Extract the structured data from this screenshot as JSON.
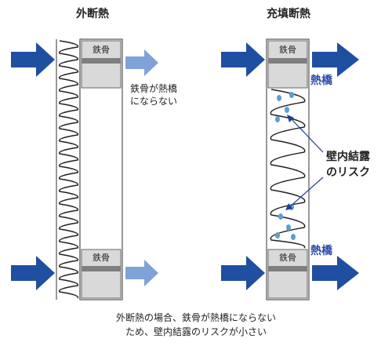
{
  "left_panel": {
    "title": "外断熱",
    "steel_label_top": "鉄骨",
    "steel_label_bottom": "鉄骨",
    "note_line1": "鉄骨が熱橋",
    "note_line2": "にならない"
  },
  "right_panel": {
    "title": "充填断熱",
    "steel_label_top": "鉄骨",
    "steel_label_bottom": "鉄骨",
    "thermal_bridge_top": "熱橋",
    "thermal_bridge_bottom": "熱橋",
    "condensation_line1": "壁内結露",
    "condensation_line2": "のリスク"
  },
  "caption": {
    "line1": "外断熱の場合、鉄骨が熱橋にならない",
    "line2": "ため、壁内結露のリスクが小さい"
  },
  "colors": {
    "heat_arrow": "#1f4fa0",
    "heat_arrow_faded": "#7fa2d8",
    "steel_fill": "#d9d9d9",
    "steel_band": "#7f7f7f",
    "bridge_text": "#2b4aa8",
    "droplet": "#5a9fd4"
  }
}
